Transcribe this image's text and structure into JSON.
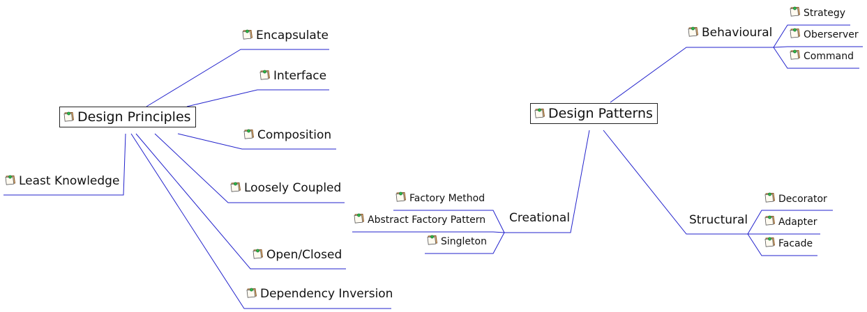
{
  "principles": {
    "root": "Design Principles",
    "items": [
      "Encapsulate",
      "Interface",
      "Composition",
      "Loosely Coupled",
      "Open/Closed",
      "Dependency Inversion",
      "Least Knowledge"
    ]
  },
  "patterns": {
    "root": "Design Patterns",
    "behavioural": {
      "label": "Behavioural",
      "items": [
        "Strategy",
        "Oberserver",
        "Command"
      ]
    },
    "structural": {
      "label": "Structural",
      "items": [
        "Decorator",
        "Adapter",
        "Facade"
      ]
    },
    "creational": {
      "label": "Creational",
      "items": [
        "Factory Method",
        "Abstract Factory Pattern",
        "Singleton"
      ]
    }
  },
  "colors": {
    "connector": "#2222cc",
    "node_border": "#222222",
    "icon_body": "#f2c58a",
    "icon_dot": "#2db84a"
  }
}
